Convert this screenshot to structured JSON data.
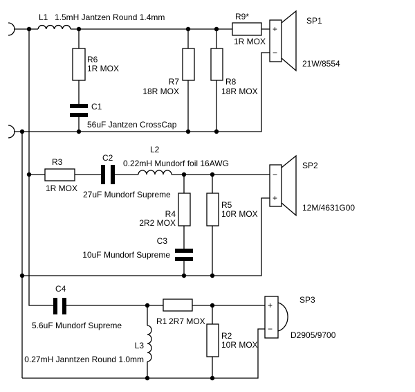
{
  "components": {
    "L1": {
      "ref": "L1",
      "value": "1.5mH Jantzen Round 1.4mm"
    },
    "R6": {
      "ref": "R6",
      "value": "1R MOX"
    },
    "C1": {
      "ref": "C1",
      "value": "56uF Jantzen CrossCap"
    },
    "R7": {
      "ref": "R7",
      "value": "18R MOX"
    },
    "R8": {
      "ref": "R8",
      "value": "18R MOX"
    },
    "R9": {
      "ref": "R9*",
      "value": "1R MOX"
    },
    "SP1": {
      "ref": "SP1",
      "value": "21W/8554"
    },
    "R3": {
      "ref": "R3",
      "value": "1R MOX"
    },
    "C2": {
      "ref": "C2",
      "value": "27uF Mundorf Supreme"
    },
    "L2": {
      "ref": "L2",
      "value": "0.22mH Mundorf foil 16AWG"
    },
    "R4": {
      "ref": "R4",
      "value": "2R2 MOX"
    },
    "C3": {
      "ref": "C3",
      "value": "10uF Mundorf Supreme"
    },
    "R5": {
      "ref": "R5",
      "value": "10R MOX"
    },
    "SP2": {
      "ref": "SP2",
      "value": "12M/4631G00"
    },
    "C4": {
      "ref": "C4",
      "value": "5.6uF Mundorf Supreme"
    },
    "R1": {
      "ref": "R1",
      "value": "2R7 MOX"
    },
    "L3": {
      "ref": "L3",
      "value": "0.27mH Janntzen Round 1.0mm"
    },
    "R2": {
      "ref": "R2",
      "value": "10R MOX"
    },
    "SP3": {
      "ref": "SP3",
      "value": "D2905/9700"
    }
  },
  "polarity": {
    "plus": "+",
    "minus": "−"
  }
}
